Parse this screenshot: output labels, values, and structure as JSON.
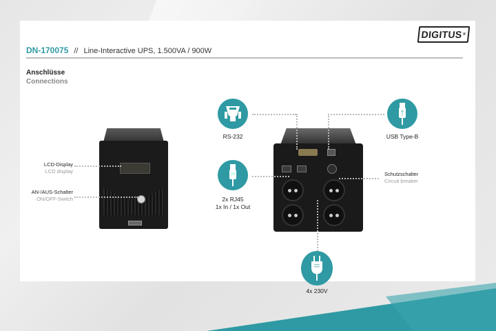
{
  "brand": {
    "logo_text": "DIGITUS",
    "logo_mark": "®"
  },
  "header": {
    "product_code": "DN-170075",
    "separator": "//",
    "product_title": "Line-Interactive UPS, 1.500VA / 900W"
  },
  "section": {
    "title_de": "Anschlüsse",
    "title_en": "Connections"
  },
  "front_labels": [
    {
      "de": "LCD-Display",
      "en": "LCD display"
    },
    {
      "de": "AN-/AUS-Schalter",
      "en": "ON/OFF-Switch"
    }
  ],
  "rear_labels": {
    "circuit_breaker": {
      "de": "Schutzschalter",
      "en": "Circuit breaker"
    }
  },
  "connectors": [
    {
      "icon": "serial-db9-icon",
      "label": "RS-232"
    },
    {
      "icon": "rj45-plug-icon",
      "label": "2x RJ45",
      "sublabel": "1x In / 1x Out"
    },
    {
      "icon": "usb-plug-icon",
      "label": "USB Type-B"
    },
    {
      "icon": "power-plug-icon",
      "label": "4x 230V"
    }
  ],
  "colors": {
    "accent_teal": "#2f9aa3",
    "text_dark": "#222222",
    "text_muted": "#999999",
    "rule_gray": "#bdbdbd"
  }
}
